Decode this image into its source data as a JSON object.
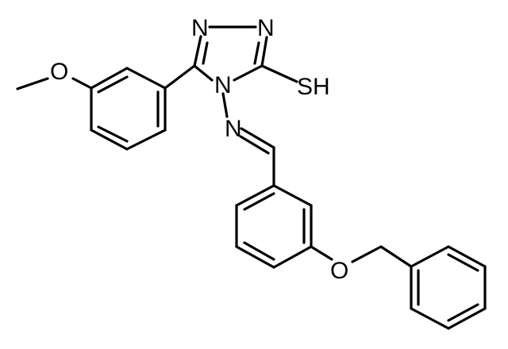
{
  "molecule": {
    "atoms": {
      "n1": "N",
      "n2": "N",
      "n4": "N",
      "n_imine": "N",
      "sh": "SH",
      "o_methoxy": "O",
      "o_benzyloxy": "O"
    }
  }
}
